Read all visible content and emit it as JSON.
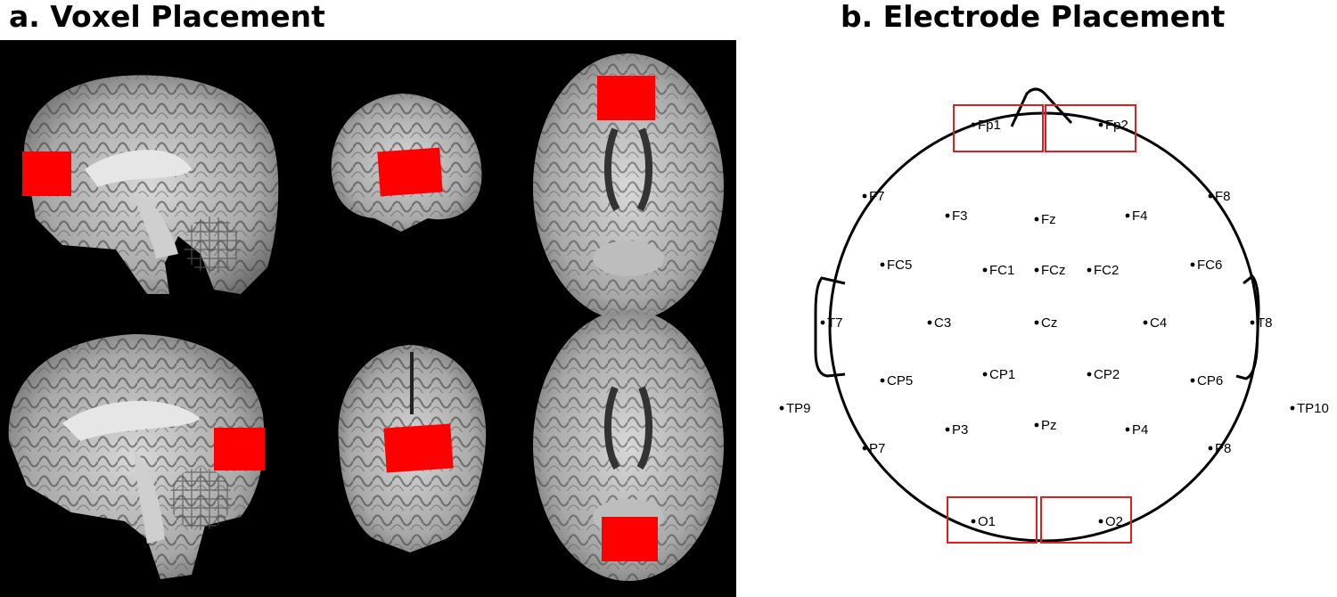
{
  "panels": {
    "a_title": "a. Voxel Placement",
    "b_title": "b. Electrode Placement"
  },
  "colors": {
    "voxel": "#ff0000",
    "electrode_box": "#e02020",
    "background_mri": "#000000",
    "head_outline": "#000000"
  },
  "mri": {
    "rows": [
      [
        "sagittal-slice",
        "coronal-slice",
        "axial-slice"
      ],
      [
        "sagittal-slice",
        "coronal-slice",
        "axial-slice"
      ]
    ],
    "voxel_regions": [
      "frontal",
      "frontal",
      "frontal",
      "occipital",
      "occipital",
      "occipital"
    ]
  },
  "electrodes": [
    "Fp1",
    "Fp2",
    "F7",
    "F3",
    "Fz",
    "F4",
    "F8",
    "FC5",
    "FC1",
    "FCz",
    "FC2",
    "FC6",
    "T7",
    "C3",
    "Cz",
    "C4",
    "T8",
    "CP5",
    "CP1",
    "CP2",
    "CP6",
    "TP9",
    "TP10",
    "P7",
    "P3",
    "Pz",
    "P4",
    "P8",
    "O1",
    "O2"
  ],
  "highlighted_electrodes": [
    "Fp1",
    "Fp2",
    "O1",
    "O2"
  ]
}
